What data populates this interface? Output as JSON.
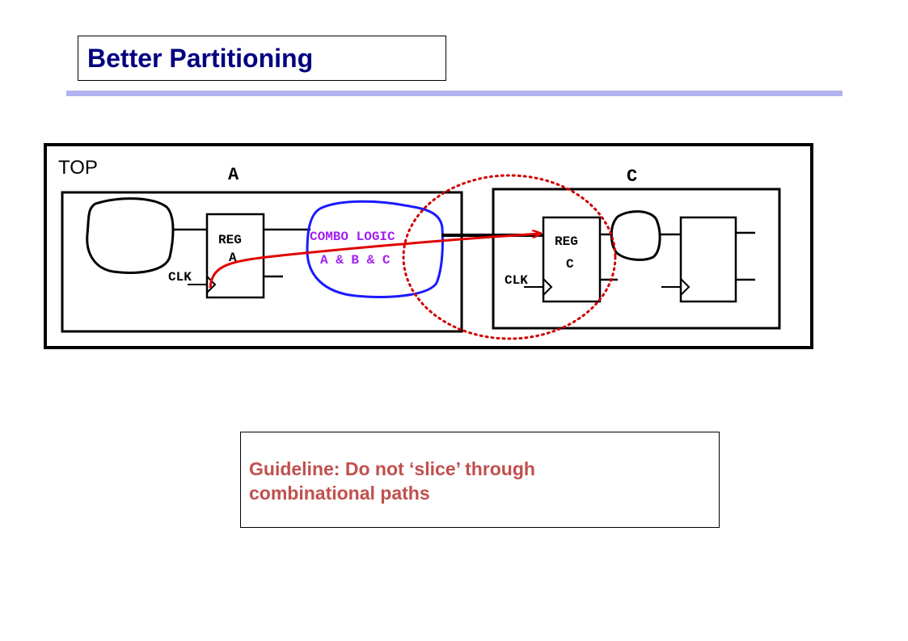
{
  "slide": {
    "title": "Better Partitioning",
    "guideline": "Guideline: Do not ‘slice’ through combinational paths"
  },
  "diagram": {
    "top_label": "TOP",
    "module_a_label": "A",
    "module_c_label": "C",
    "reg_a": [
      "REG",
      "A"
    ],
    "reg_c": [
      "REG",
      "C"
    ],
    "clk_a": "CLK",
    "clk_c": "CLK",
    "combo": [
      "COMBO LOGIC",
      "A & B & C"
    ]
  },
  "colors": {
    "title": "#000080",
    "title_rule": "#b3b3f0",
    "guideline": "#c0504d",
    "combo_outline": "#1a1aff",
    "combo_text": "#a020f0",
    "path_arrow": "#e00000",
    "slice_circle": "#d00000"
  }
}
